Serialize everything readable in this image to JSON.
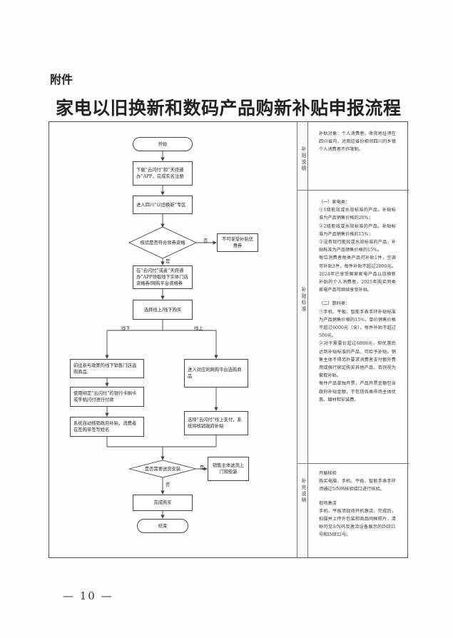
{
  "header": {
    "attachment": "附件",
    "title": "家电以旧换新和数码产品购新补贴申报流程"
  },
  "flow": {
    "start": "开始",
    "step1": "下载“云闪付”和“天府通办”APP，完成实名注册",
    "step2": "进入四川“以旧换新”专区",
    "check1": "核验是否符合领券资格",
    "no1_label": "否",
    "no1_result": "不可享受补贴优惠券",
    "yes1_label": "是",
    "step3": "在“云闪付”或者“天府通办”APP领取线下实体门店资格券/网购平台资格券",
    "step4": "选择线上/线下购买",
    "offline": "线下",
    "online": "线上",
    "off1": "前往参与政策的线下销售门店选购商品",
    "off2": "使用绑定“云闪付”的银行卡刷卡或手机闪付进行付款",
    "off3": "系统自动核销政府补贴，消费者在签购单签写姓名",
    "on1": "进入对应的网购平台选购商品",
    "on2": "选择“云闪付”线上支付，系统将核销政府补贴",
    "check2": "是否需要送货安装",
    "yes2_label": "是",
    "yes2_result": "销售主体送货上门和安装",
    "no2_label": "否",
    "done": "完成购买",
    "end": "结束"
  },
  "sidebar": {
    "label1": "补贴说明",
    "label2": "补贴标准",
    "label3": "补充说明",
    "text1": "补贴对象：个人消费者。收货地址须在四川省内，对周边省份相邻四川的乡镇个人消费者不作限制。",
    "std_home_title": "（一）家电类：",
    "std_home_1": "①1级能效或水效标准的产品，补贴标准为产品销售价格的20%；",
    "std_home_2": "②2级能效或水效标准的产品，补贴标准为产品销售价格的15%；",
    "std_home_3": "③没有现行能效或水效标准的产品，补贴标准为产品销售价格的15%。",
    "std_home_4": "每位消费者每类产品可补贴1件，空调可补贴3件，每件补贴不超过2000元。2024年已享受国家家电产品以旧换新补贴的个人消费者，2025年购买同类家电产品可继续享受补贴。",
    "std_digital_title": "（二）数码类：",
    "std_digital_1": "①手机、平板、智能手表手环补贴标准为产品销售价格的15%，单价销售价格不超过6000元（含），每件补贴不超过500元。",
    "std_digital_2": "②对于需要价超过6000元，但优惠后达到补贴标准的产品，可给予补贴。销售主体不得另外要求消费者支付额外费用或强行绑定购买其他产品，否则视为套取补贴。",
    "std_digital_3": "每件产品单独开票，产品开票金额包含政府补贴金额，不包括各类市场主体优惠、赠材和安装费。",
    "supp_1_title": "开展核验",
    "supp_1": "购买电脑、手机、平板、智能手表手环须通过5/N码核验接口进行核验。",
    "supp_2_title": "现场激活",
    "supp_2": "手机、平板须现场开机激活，完成后，拍摄并上传外包装和商品同框照片，清晰可见S/N码及激活设备展示的IMEI1号和IMEI2号。"
  },
  "footer": {
    "page_number": "— 10 —"
  }
}
